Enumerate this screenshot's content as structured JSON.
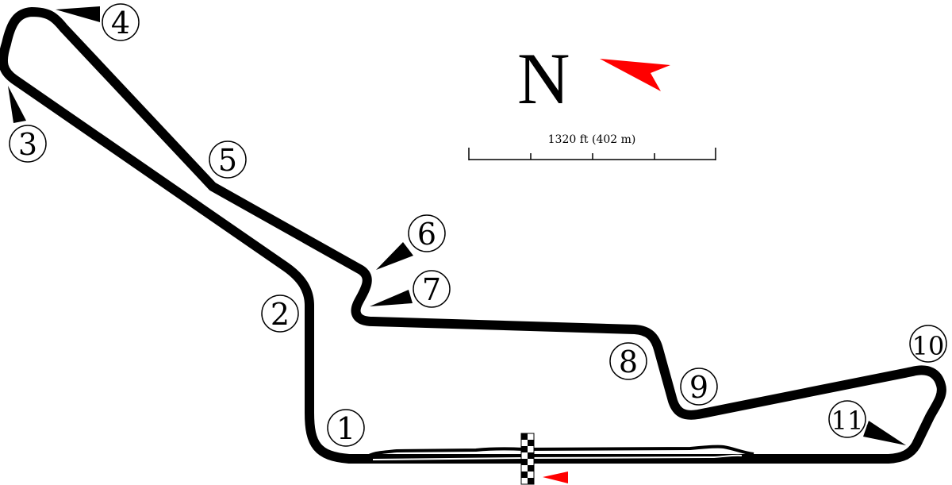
{
  "compass": {
    "letter": "N",
    "arrow_color": "#ff0000"
  },
  "scale": {
    "label": "1320 ft (402 m)",
    "divisions": 4
  },
  "track": {
    "color": "#000000",
    "corners": [
      "1",
      "2",
      "3",
      "4",
      "5",
      "6",
      "7",
      "8",
      "9",
      "10",
      "11"
    ]
  },
  "start_finish": {
    "flag_pattern": "checkered",
    "direction_arrow_color": "#ff0000"
  }
}
